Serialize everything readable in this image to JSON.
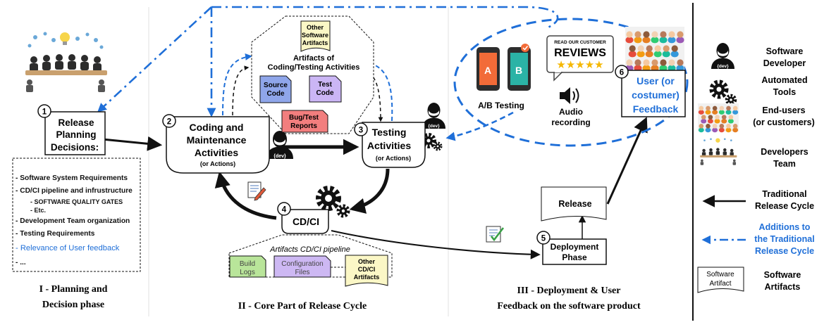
{
  "phases": {
    "p1": [
      "I - Planning and",
      "Decision phase"
    ],
    "p2": "II - Core Part of Release Cycle",
    "p3": [
      "III - Deployment & User",
      "Feedback on the software product"
    ]
  },
  "nodes": {
    "n1": {
      "num": "1",
      "lines": [
        "Release",
        "Planning",
        "Decisions:"
      ]
    },
    "n2": {
      "num": "2",
      "lines": [
        "Coding and",
        "Maintenance",
        "Activities"
      ],
      "sub": "(or Actions)"
    },
    "n3": {
      "num": "3",
      "lines": [
        "Testing",
        "Activities"
      ],
      "sub": "(or Actions)"
    },
    "n4": {
      "num": "4",
      "label": "CD/CI"
    },
    "n5": {
      "num": "5",
      "lines": [
        "Deployment",
        "Phase"
      ]
    },
    "n6": {
      "num": "6",
      "lines": [
        "User (or",
        "costumer)",
        "Feedback"
      ]
    },
    "release": "Release"
  },
  "decisions": [
    {
      "text": "- Software System Requirements",
      "style": "normal"
    },
    {
      "text": "- CD/CI pipeline and infrustructure",
      "style": "normal"
    },
    {
      "text": "- SOFTWARE QUALITY GATES",
      "style": "small"
    },
    {
      "text": "- Etc.",
      "style": "small"
    },
    {
      "text": "- Development Team organization",
      "style": "normal"
    },
    {
      "text": "- Testing Requirements",
      "style": "normal"
    },
    {
      "text": "- Relevance of User feedback",
      "style": "blue"
    },
    {
      "text": "- ...",
      "style": "normal"
    }
  ],
  "artifacts_top": {
    "title": [
      "Artifacts of",
      "Coding/Testing Activities"
    ],
    "other": [
      "Other",
      "Software",
      "Artifacts"
    ],
    "source": [
      "Source",
      "Code"
    ],
    "test": [
      "Test",
      "Code"
    ],
    "bug": [
      "Bug/Test",
      "Reports"
    ]
  },
  "artifacts_cdci": {
    "title": "Artifacts CD/CI pipeline",
    "build": [
      "Build",
      "Logs"
    ],
    "config": [
      "Configuration",
      "Files"
    ],
    "other": [
      "Other",
      "CD/CI",
      "Artifacts"
    ]
  },
  "feedback": {
    "ab": "A/B Testing",
    "ab_a": "A",
    "ab_b": "B",
    "audio": [
      "Audio",
      "recording"
    ],
    "reviews_small": "READ OUR CUSTOMER",
    "reviews_big": "REVIEWS",
    "stars": "★★★★★"
  },
  "dev_tag": "{dev}",
  "legend": [
    {
      "icon": "developer",
      "lines": [
        "Software",
        "Developer"
      ]
    },
    {
      "icon": "gears",
      "lines": [
        "Automated",
        "Tools"
      ]
    },
    {
      "icon": "users",
      "lines": [
        "End-users",
        "(or customers)"
      ]
    },
    {
      "icon": "team",
      "lines": [
        "Developers",
        "Team"
      ]
    },
    {
      "icon": "black-arrow",
      "lines": [
        "Traditional",
        "Release Cycle"
      ]
    },
    {
      "icon": "blue-arrow",
      "lines": [
        "Additions to",
        "the Traditional",
        "Release Cycle"
      ]
    },
    {
      "icon": "artifact",
      "lines": [
        "Software",
        "Artifacts"
      ],
      "doc_lines": [
        "Software",
        "Artifact"
      ]
    }
  ],
  "colors": {
    "blue": "#1f6fd8",
    "black": "#111111",
    "source_code": "#8fa6ea",
    "test_code": "#cbb6f5",
    "bug_reports": "#f27e7e",
    "other_artifacts": "#fbf7c6",
    "build_logs": "#b9e59a",
    "config_files": "#cdb8f3",
    "phone_orange": "#f26b38",
    "phone_teal": "#2bb3a6"
  }
}
